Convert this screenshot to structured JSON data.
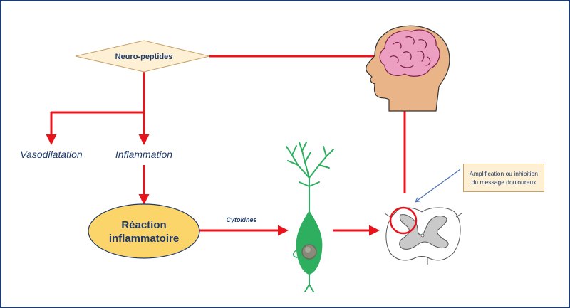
{
  "nodes": {
    "neuropeptides": "Neuro-peptides",
    "vasodilatation": "Vasodilatation",
    "inflammation": "Inflammation",
    "reaction_line1": "Réaction",
    "reaction_line2": "inflammatoire",
    "cytokines": "Cytokines",
    "note_line1": "Amplification ou inhibition",
    "note_line2": "du message douloureux"
  },
  "icons": {
    "brain": "brain-head-icon",
    "neuron": "neuron-icon",
    "spinal_cord": "spinal-cord-section-icon"
  },
  "colors": {
    "arrow": "#e8141b",
    "diamond": "#fdf0d5",
    "ellipse": "#fcd56a",
    "text": "#1f3a6b",
    "neuron": "#2eae5f",
    "head": "#e8b488",
    "brain": "#ec9fc0"
  }
}
